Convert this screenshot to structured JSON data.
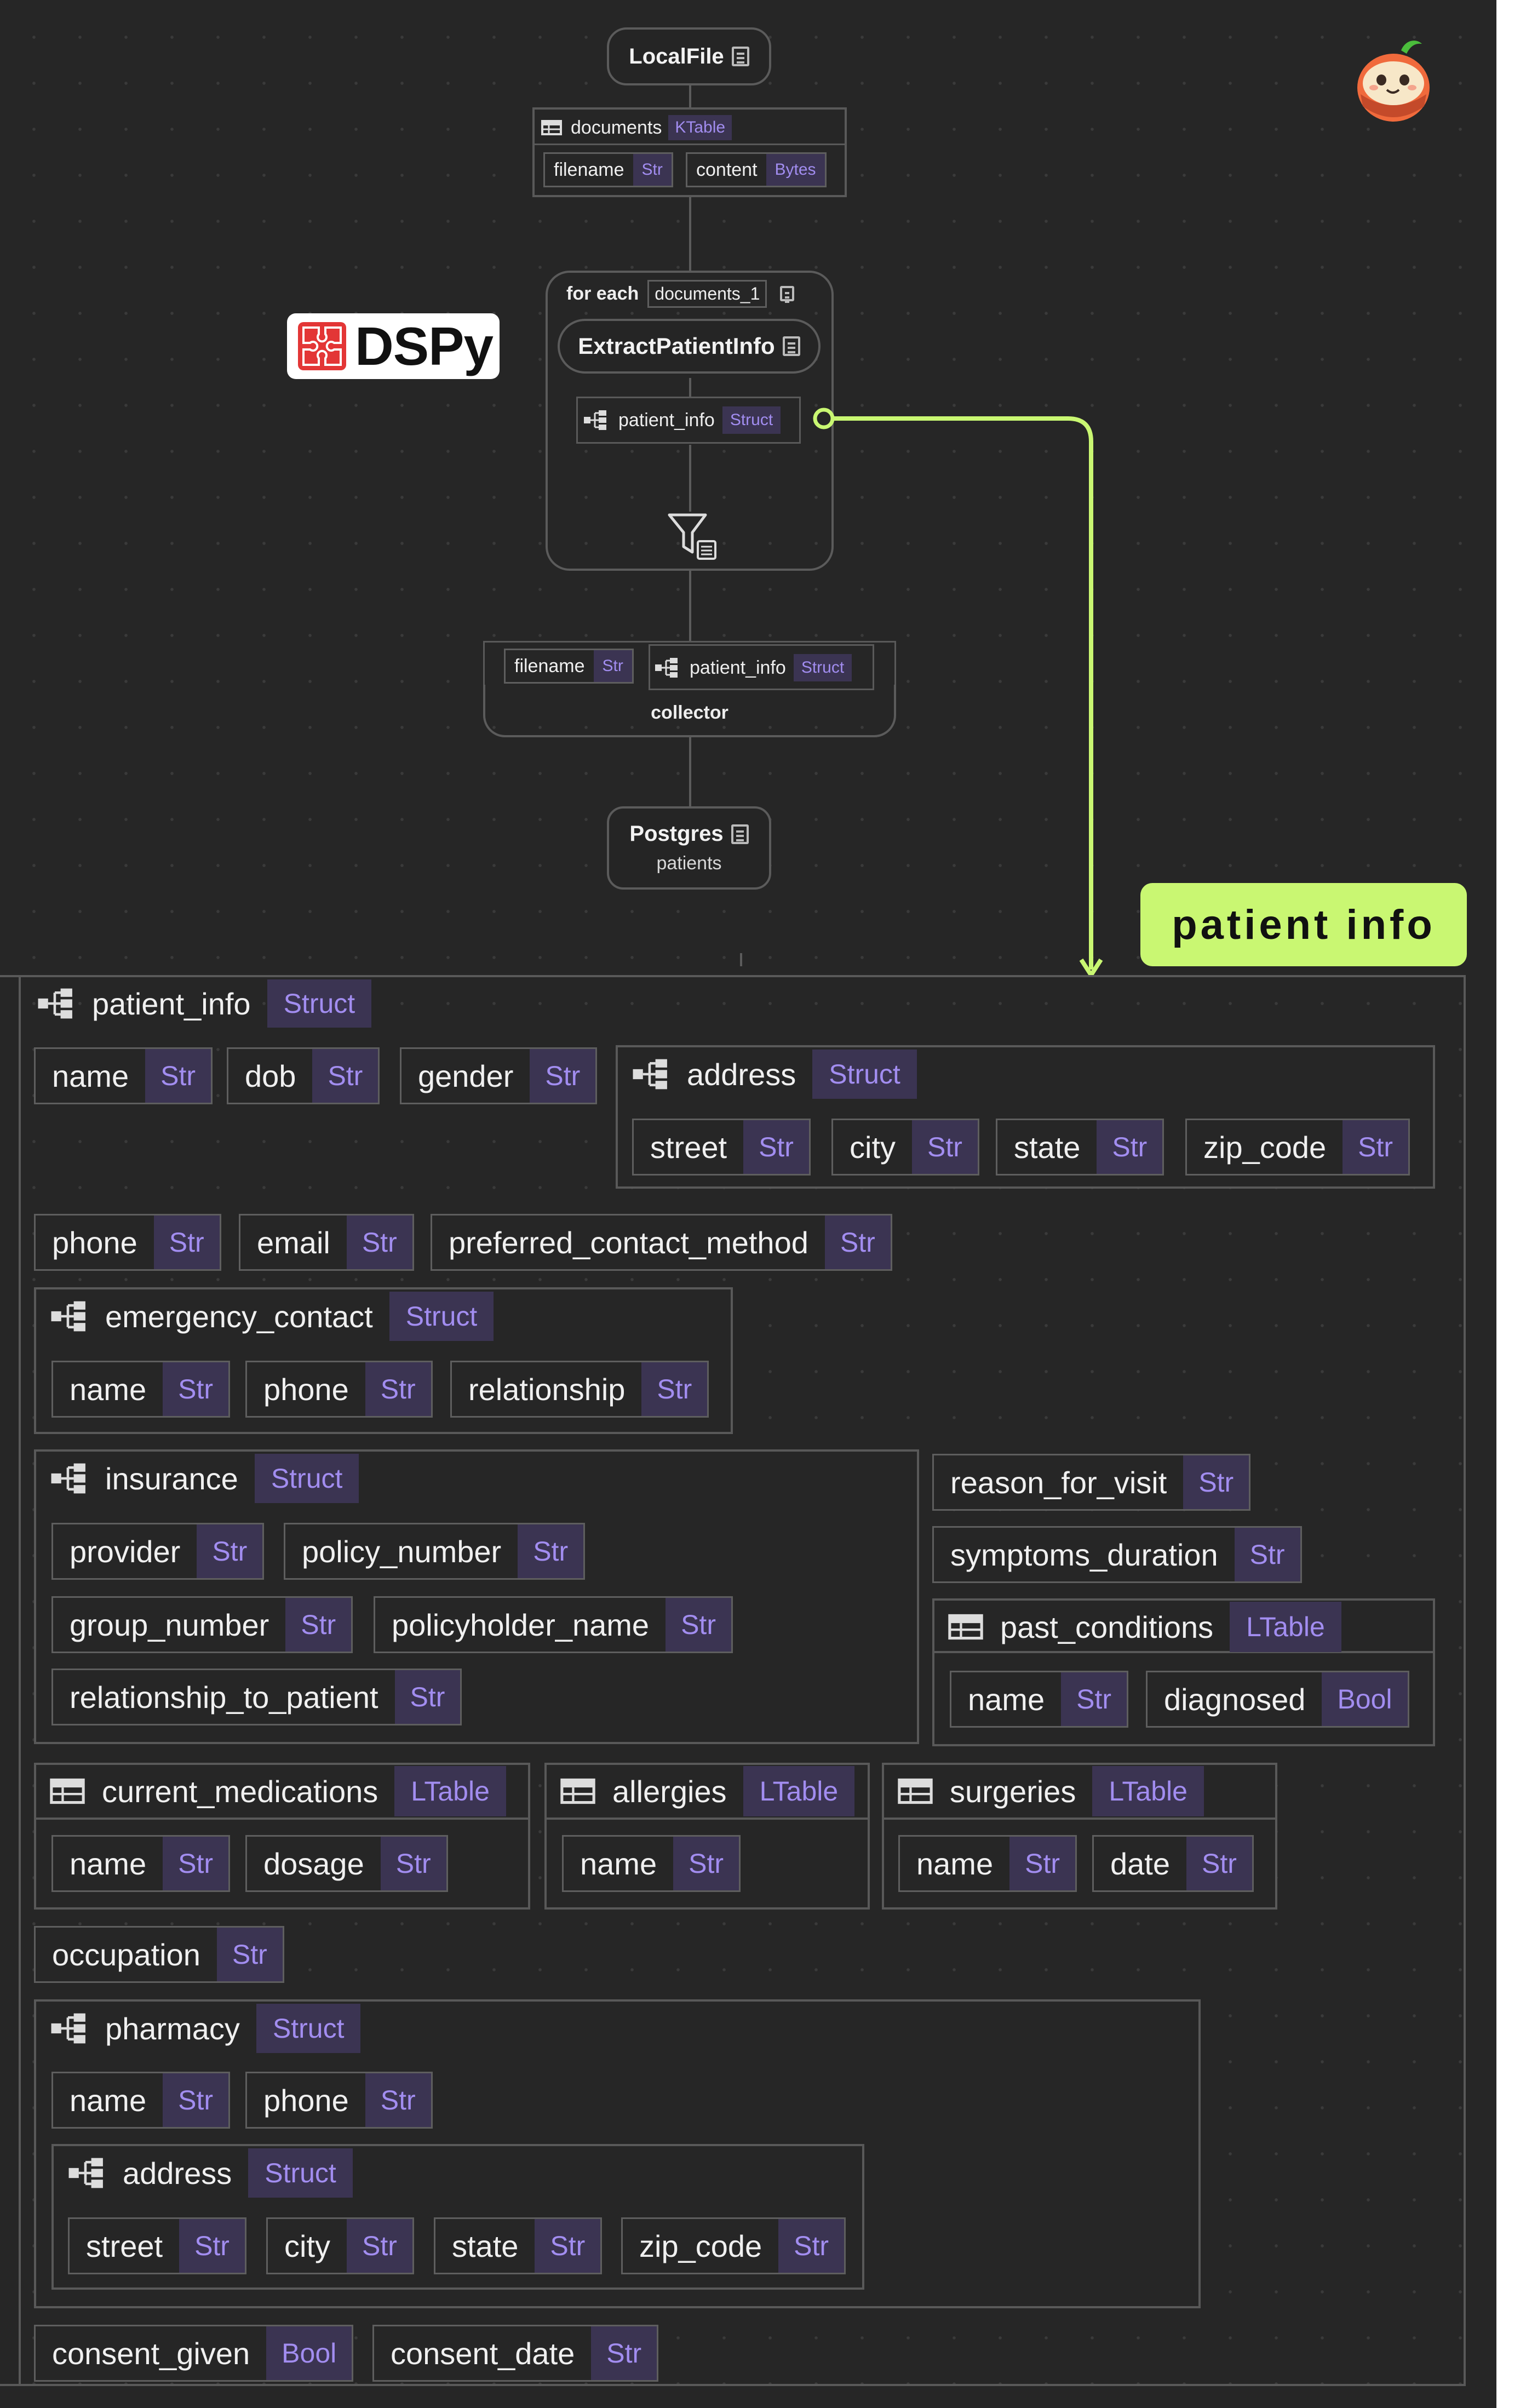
{
  "flow": {
    "source": {
      "label": "LocalFile"
    },
    "documents": {
      "name": "documents",
      "type": "KTable",
      "fields": [
        {
          "name": "filename",
          "type": "Str"
        },
        {
          "name": "content",
          "type": "Bytes"
        }
      ]
    },
    "foreach": {
      "label": "for each",
      "value": "documents_1"
    },
    "extract": {
      "label": "ExtractPatientInfo"
    },
    "output": {
      "name": "patient_info",
      "type": "Struct"
    },
    "collector": {
      "label": "collector",
      "fields": [
        {
          "name": "filename",
          "type": "Str"
        },
        {
          "name": "patient_info",
          "type": "Struct"
        }
      ]
    },
    "target": {
      "label": "Postgres",
      "sublabel": "patients"
    }
  },
  "dspy_logo": "DSPy",
  "callout": "patient info",
  "colors": {
    "background": "#262626",
    "accent": "#c9f772",
    "type_text": "#a28df0",
    "type_bg": "#3b3452",
    "border": "#595959"
  },
  "schema": {
    "root": {
      "name": "patient_info",
      "type": "Struct"
    },
    "name": {
      "name": "name",
      "type": "Str"
    },
    "dob": {
      "name": "dob",
      "type": "Str"
    },
    "gender": {
      "name": "gender",
      "type": "Str"
    },
    "address": {
      "name": "address",
      "type": "Struct",
      "fields": [
        {
          "name": "street",
          "type": "Str"
        },
        {
          "name": "city",
          "type": "Str"
        },
        {
          "name": "state",
          "type": "Str"
        },
        {
          "name": "zip_code",
          "type": "Str"
        }
      ]
    },
    "phone": {
      "name": "phone",
      "type": "Str"
    },
    "email": {
      "name": "email",
      "type": "Str"
    },
    "preferred_contact_method": {
      "name": "preferred_contact_method",
      "type": "Str"
    },
    "emergency_contact": {
      "name": "emergency_contact",
      "type": "Struct",
      "fields": [
        {
          "name": "name",
          "type": "Str"
        },
        {
          "name": "phone",
          "type": "Str"
        },
        {
          "name": "relationship",
          "type": "Str"
        }
      ]
    },
    "insurance": {
      "name": "insurance",
      "type": "Struct",
      "fields": [
        {
          "name": "provider",
          "type": "Str"
        },
        {
          "name": "policy_number",
          "type": "Str"
        },
        {
          "name": "group_number",
          "type": "Str"
        },
        {
          "name": "policyholder_name",
          "type": "Str"
        },
        {
          "name": "relationship_to_patient",
          "type": "Str"
        }
      ]
    },
    "reason_for_visit": {
      "name": "reason_for_visit",
      "type": "Str"
    },
    "symptoms_duration": {
      "name": "symptoms_duration",
      "type": "Str"
    },
    "past_conditions": {
      "name": "past_conditions",
      "type": "LTable",
      "fields": [
        {
          "name": "name",
          "type": "Str"
        },
        {
          "name": "diagnosed",
          "type": "Bool"
        }
      ]
    },
    "current_medications": {
      "name": "current_medications",
      "type": "LTable",
      "fields": [
        {
          "name": "name",
          "type": "Str"
        },
        {
          "name": "dosage",
          "type": "Str"
        }
      ]
    },
    "allergies": {
      "name": "allergies",
      "type": "LTable",
      "fields": [
        {
          "name": "name",
          "type": "Str"
        }
      ]
    },
    "surgeries": {
      "name": "surgeries",
      "type": "LTable",
      "fields": [
        {
          "name": "name",
          "type": "Str"
        },
        {
          "name": "date",
          "type": "Str"
        }
      ]
    },
    "occupation": {
      "name": "occupation",
      "type": "Str"
    },
    "pharmacy": {
      "name": "pharmacy",
      "type": "Struct",
      "fields": [
        {
          "name": "name",
          "type": "Str"
        },
        {
          "name": "phone",
          "type": "Str"
        }
      ],
      "address": {
        "name": "address",
        "type": "Struct",
        "fields": [
          {
            "name": "street",
            "type": "Str"
          },
          {
            "name": "city",
            "type": "Str"
          },
          {
            "name": "state",
            "type": "Str"
          },
          {
            "name": "zip_code",
            "type": "Str"
          }
        ]
      }
    },
    "consent_given": {
      "name": "consent_given",
      "type": "Bool"
    },
    "consent_date": {
      "name": "consent_date",
      "type": "Str"
    }
  }
}
